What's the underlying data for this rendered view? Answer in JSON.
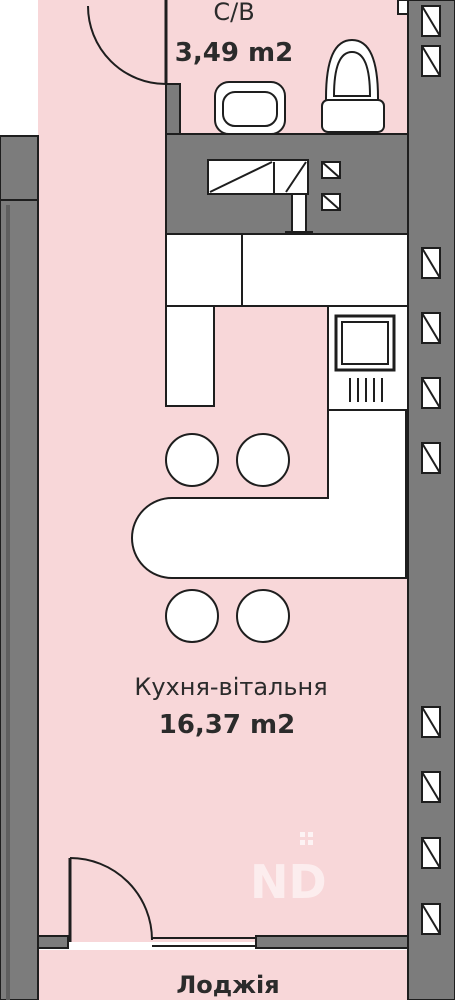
{
  "rooms": {
    "bathroom": {
      "name": "С/В",
      "area": "3,49 m2"
    },
    "kitchen_living": {
      "name": "Кухня-вітальня",
      "area": "16,37 m2"
    },
    "loggia": {
      "name": "Лоджія"
    }
  },
  "watermark": {
    "letters": "ND"
  },
  "colors": {
    "floor": "#f8d7d9",
    "wall": "#7c7c7c",
    "outline": "#1e1e1e",
    "furniture": "#ffffff",
    "background": "#ffffff"
  },
  "icons": [
    "window-icon",
    "door-swing-icon",
    "toilet-icon",
    "bathtub-icon",
    "stove-icon",
    "sink-icon",
    "stool-icon"
  ]
}
